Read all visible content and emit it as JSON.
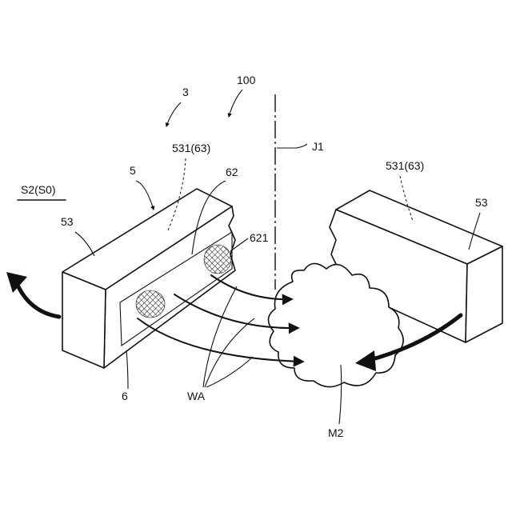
{
  "labels": {
    "state": "S2(S0)",
    "device_group": "3",
    "device": "100",
    "axis": "J1",
    "actuator": "5",
    "left_panel_ref": "531(63)",
    "right_panel_ref": "531(63)",
    "plate": "62",
    "left_block": "53",
    "right_block": "53",
    "mesh_ref": "621",
    "outlet": "6",
    "wind": "WA",
    "mist": "M2"
  }
}
